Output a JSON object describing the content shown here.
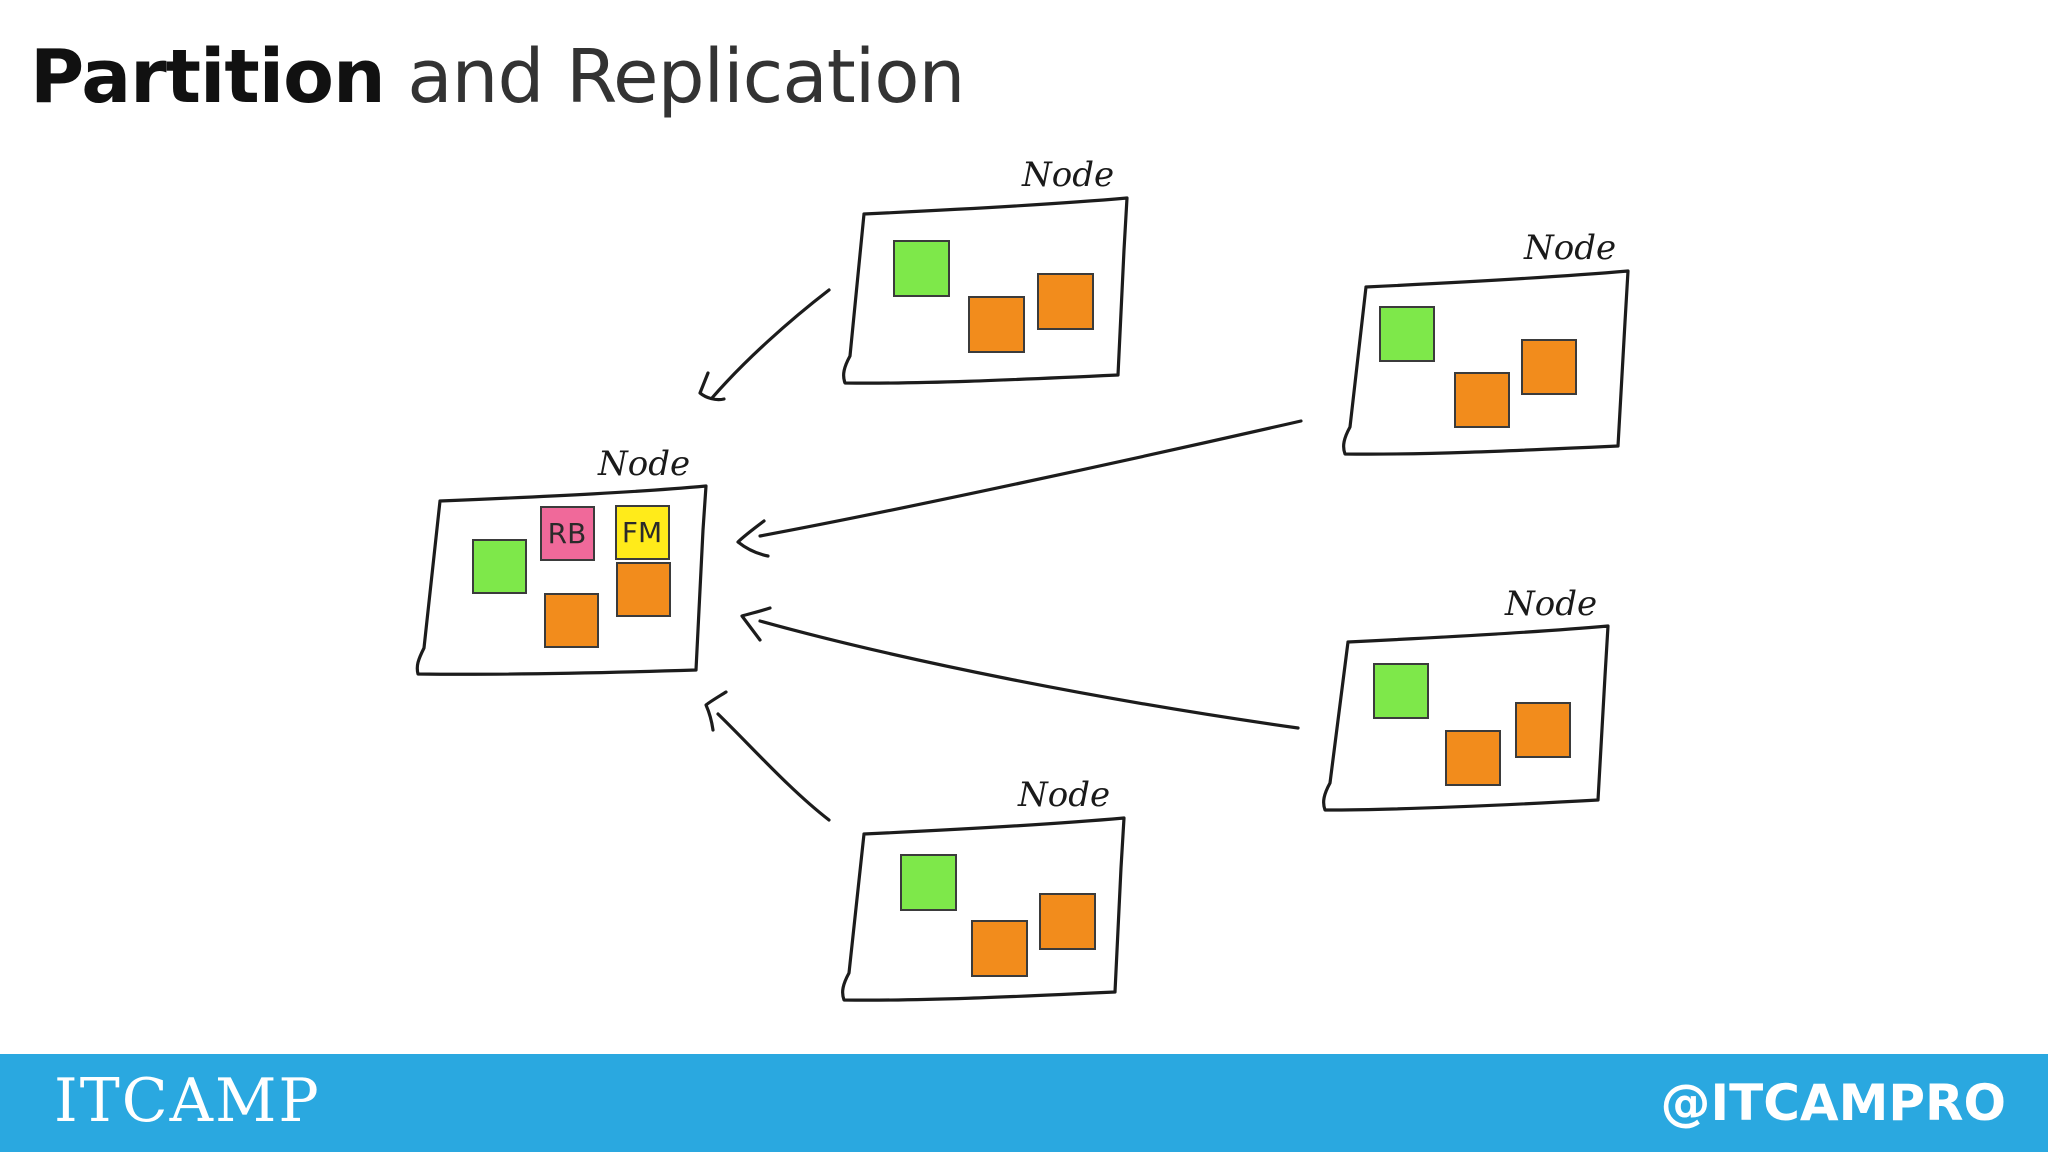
{
  "slide": {
    "title_strong": "Partition",
    "title_rest": " and Replication"
  },
  "diagram": {
    "nodes": [
      {
        "label": "Node",
        "role": "primary",
        "notes": [
          "RB",
          "FM"
        ]
      },
      {
        "label": "Node",
        "role": "replica"
      },
      {
        "label": "Node",
        "role": "replica"
      },
      {
        "label": "Node",
        "role": "replica"
      },
      {
        "label": "Node",
        "role": "replica"
      }
    ],
    "colors": {
      "green": "#7ee84a",
      "orange": "#f28c1c",
      "pink": "#f0699a",
      "yellow": "#ffeb1a"
    }
  },
  "footer": {
    "logo": "ITCAMP",
    "handle": "@ITCAMPRO",
    "color": "#2aa8e0"
  }
}
